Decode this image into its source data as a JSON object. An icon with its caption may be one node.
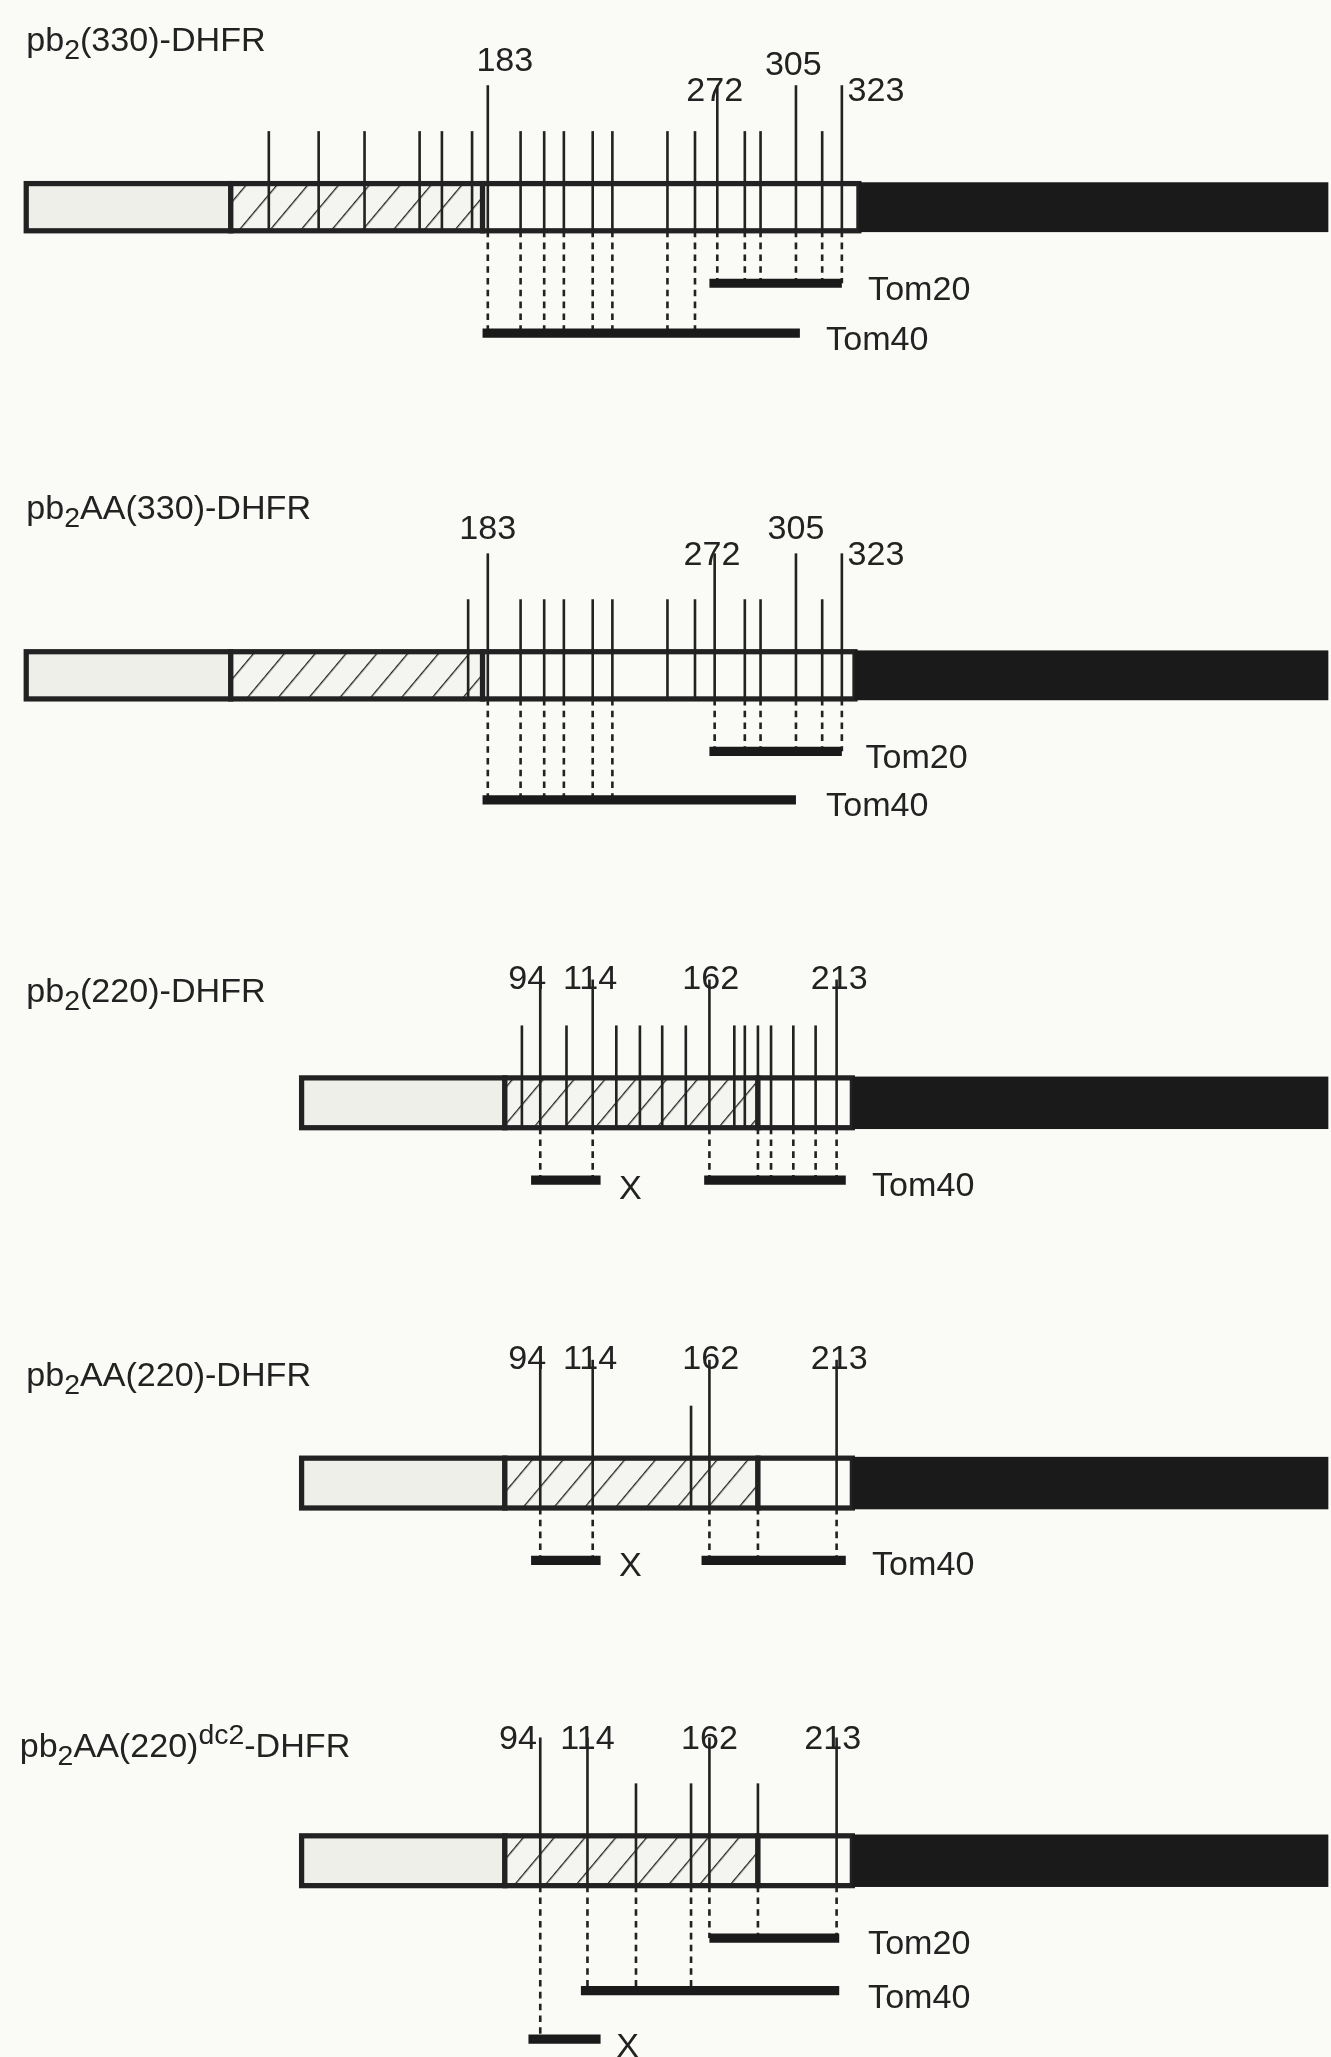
{
  "diagram": {
    "labels": [
      "pb$_{2}$(330)-DHFR",
      "183",
      "272",
      "305",
      "323",
      "Tom20",
      "Tom40",
      "pb$_{2}$AA(330)-DHFR",
      "183",
      "272",
      "305",
      "323",
      "Tom20",
      "Tom40",
      "pb$_{2}$(220)-DHFR",
      "94",
      "114",
      "162",
      "213",
      "X",
      "Tom40",
      "pb$_{2}$AA(220)-DHFR",
      "94",
      "114",
      "162",
      "213",
      "X",
      "Tom40",
      "pb$_{2}$AA(220)$^{dc2}$-DHFR",
      "94",
      "114",
      "162",
      "213",
      "Tom20",
      "Tom40",
      "X"
    ]
  }
}
